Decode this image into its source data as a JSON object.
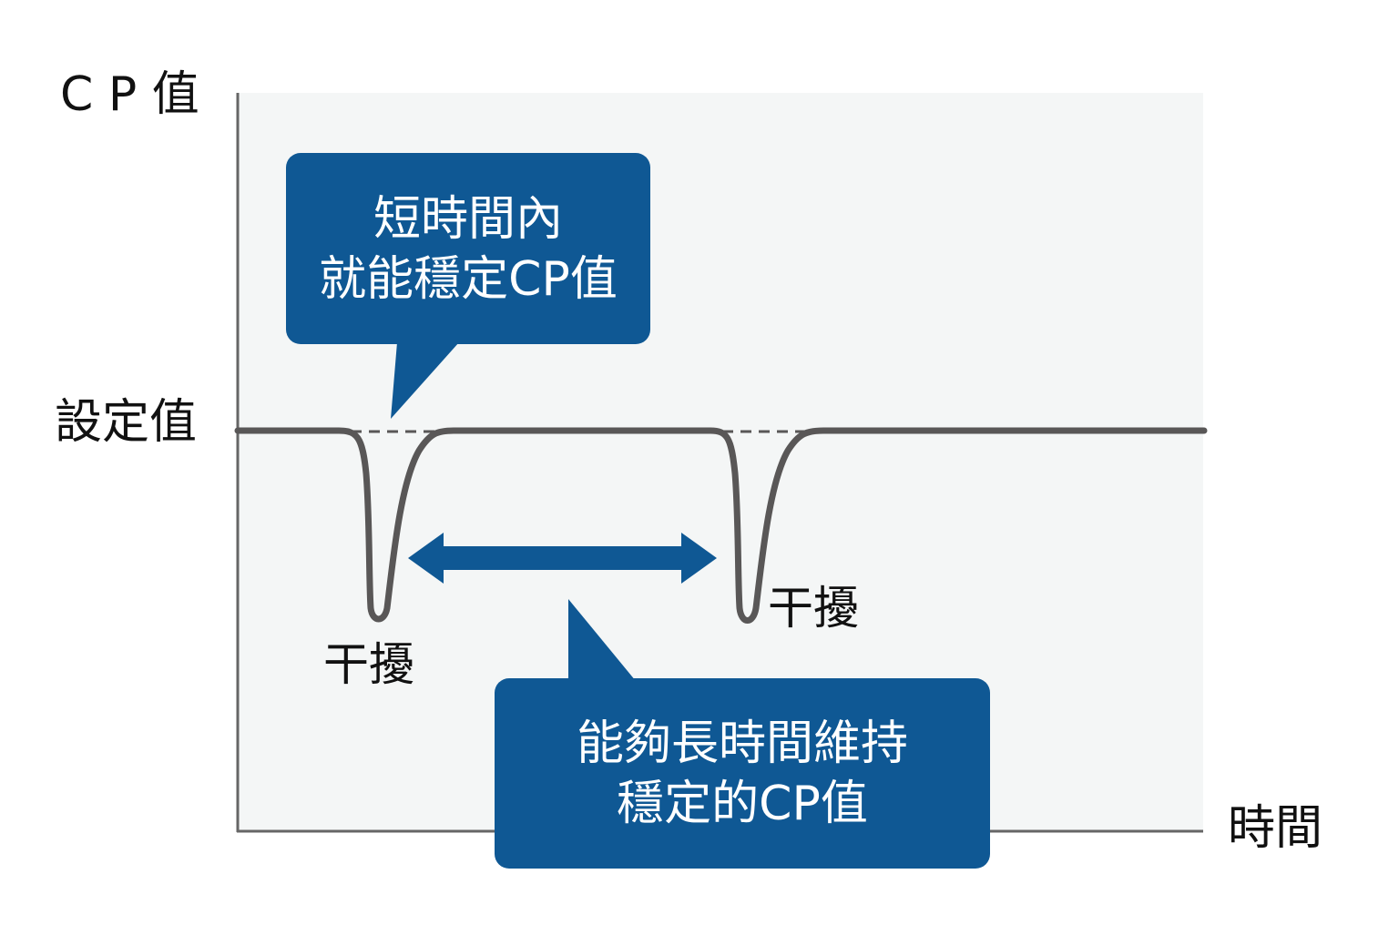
{
  "colors": {
    "plot_background": "#f4f6f6",
    "axis": "#666666",
    "curve": "#595757",
    "accent_blue": "#0f5894",
    "text": "#111111",
    "bubble_text": "#ffffff"
  },
  "axes": {
    "y_label": "C P 值",
    "x_label": "時間",
    "setpoint_label": "設定值"
  },
  "disturbances": [
    {
      "label": "干擾"
    },
    {
      "label": "干擾"
    }
  ],
  "callouts": {
    "top": {
      "lines": [
        "短時間內",
        "就能穩定CP值"
      ]
    },
    "bottom": {
      "lines": [
        "能夠長時間維持",
        "穩定的CP值"
      ]
    }
  },
  "stable_period_arrow": {
    "icon": "double-arrow-icon"
  }
}
